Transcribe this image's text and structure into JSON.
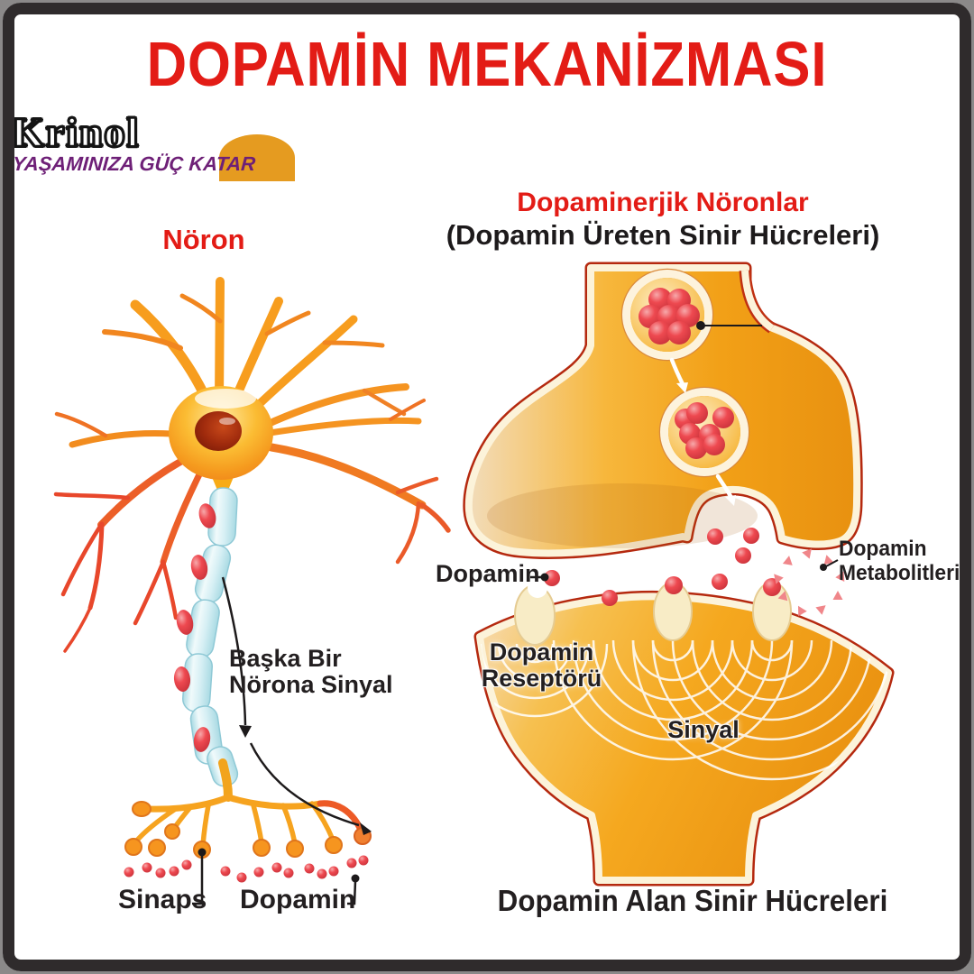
{
  "page": {
    "title": "DOPAMİN MEKANİZMASI"
  },
  "logo": {
    "name": "Krinol",
    "tagline": "YAŞAMINIZA GÜÇ KATAR"
  },
  "neuron": {
    "title": "Nöron",
    "signal_line1": "Başka Bir",
    "signal_line2": "Nörona Sinyal",
    "synapse_label": "Sinaps",
    "dopamine_label": "Dopamin"
  },
  "synapse": {
    "title": "Dopaminerjik Nöronlar",
    "subtitle": "(Dopamin Üreten Sinir Hücreleri)",
    "dopamine_label": "Dopamin",
    "metabolites_line1": "Dopamin",
    "metabolites_line2": "Metabolitleri",
    "receptor_line1": "Dopamin",
    "receptor_line2": "Reseptörü",
    "signal_label": "Sinyal",
    "caption": "Dopamin Alan Sinir Hücreleri"
  },
  "colors": {
    "title_red": "#e31c16",
    "label_black": "#231f20",
    "logo_purple": "#6e2077",
    "logo_orange": "#e59b20",
    "cell_orange": "#f5a81f",
    "cell_border_red": "#b5290f",
    "membrane_cream": "#fcf3da",
    "dopamine_red": "#ee4950",
    "myelin_blue": "#d6eff4",
    "receptor_cream": "#f8ecc6",
    "metabolite_pink": "#f0868a",
    "frame_dark": "#2f2b2c",
    "frame_outer_gray": "#8b8989"
  }
}
